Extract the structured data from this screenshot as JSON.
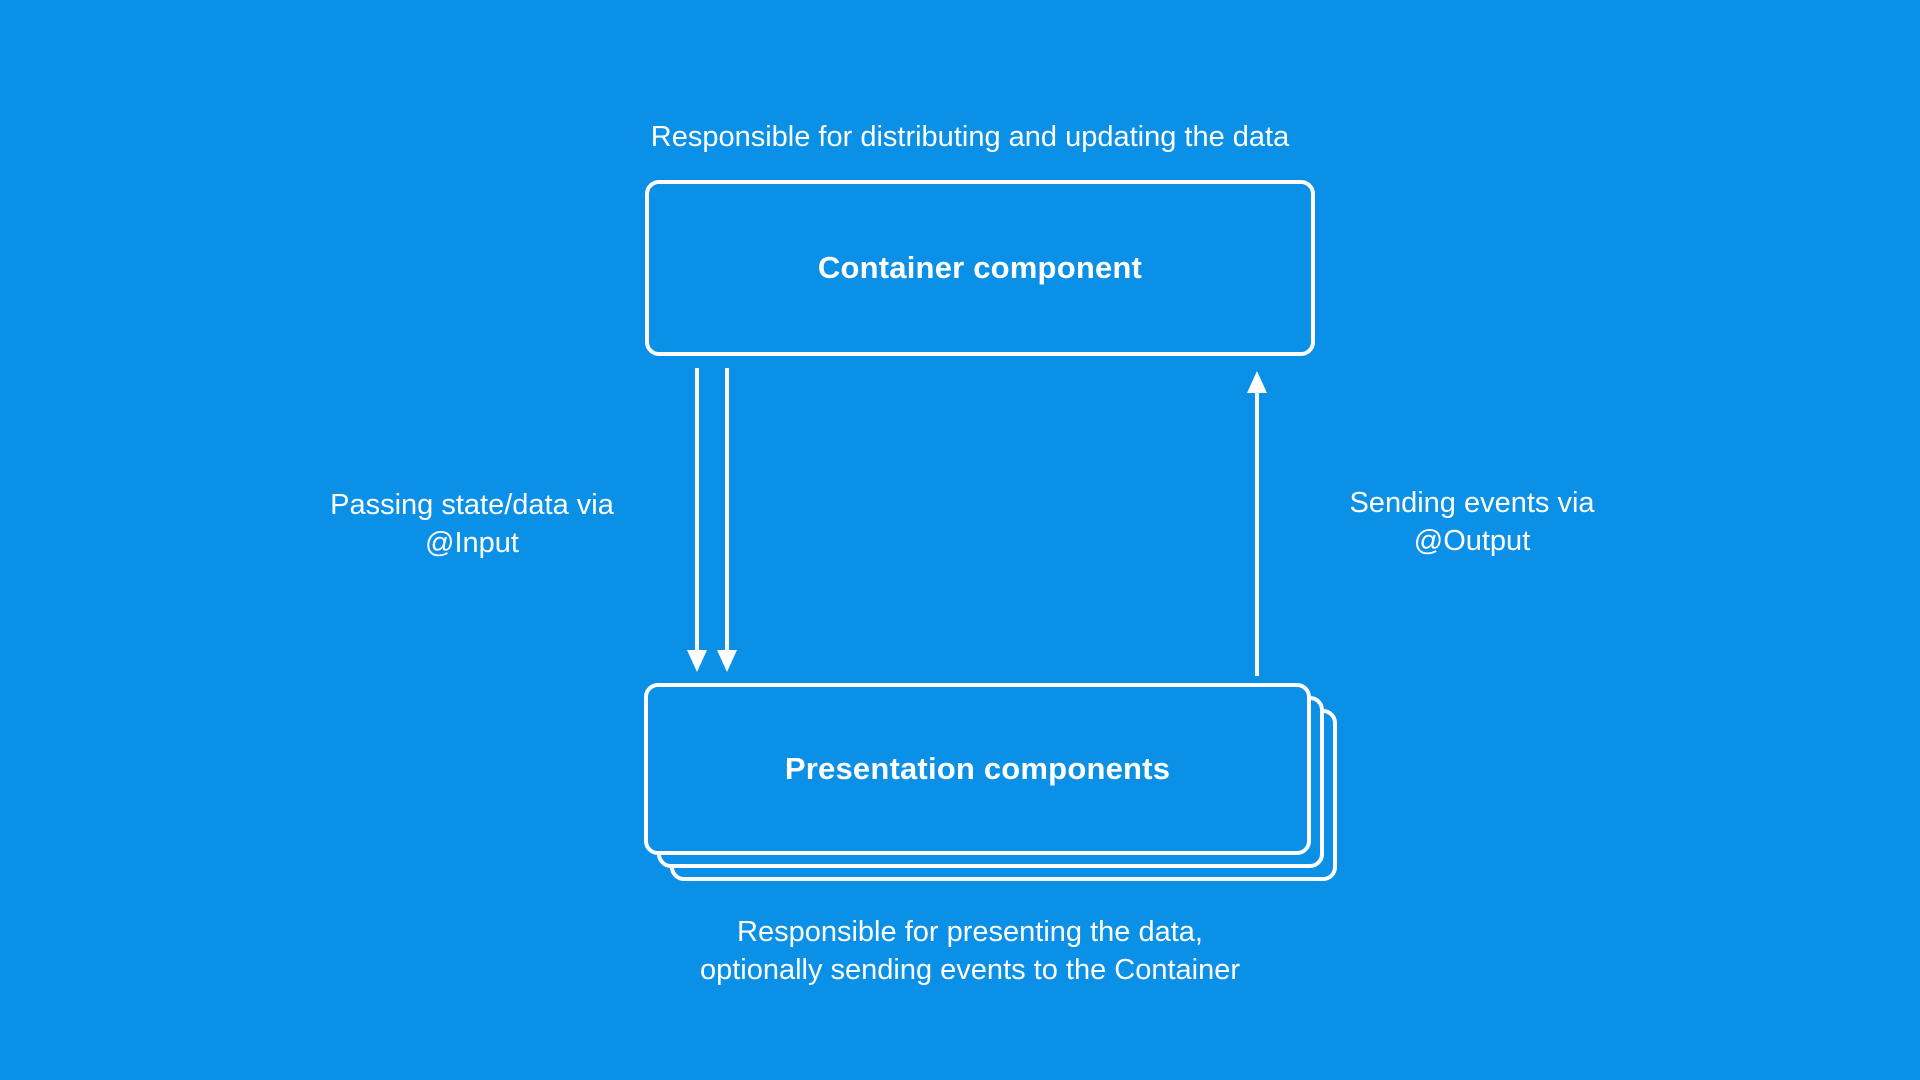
{
  "colors": {
    "background": "#0b90e8",
    "foreground": "#ffffff"
  },
  "diagram": {
    "top_note": "Responsible for distributing and updating the data",
    "container_box": {
      "label": "Container component"
    },
    "presentation_box": {
      "label": "Presentation components"
    },
    "left_arrow_label": {
      "line1": "Passing state/data via",
      "line2": "@Input"
    },
    "right_arrow_label": {
      "line1": "Sending events via",
      "line2": "@Output"
    },
    "bottom_note": {
      "line1": "Responsible for presenting the data,",
      "line2": "optionally sending events to the Container"
    },
    "arrows": {
      "down_input": "two parallel arrows from Container component to Presentation components",
      "up_output": "one arrow from Presentation components to Container component"
    }
  }
}
